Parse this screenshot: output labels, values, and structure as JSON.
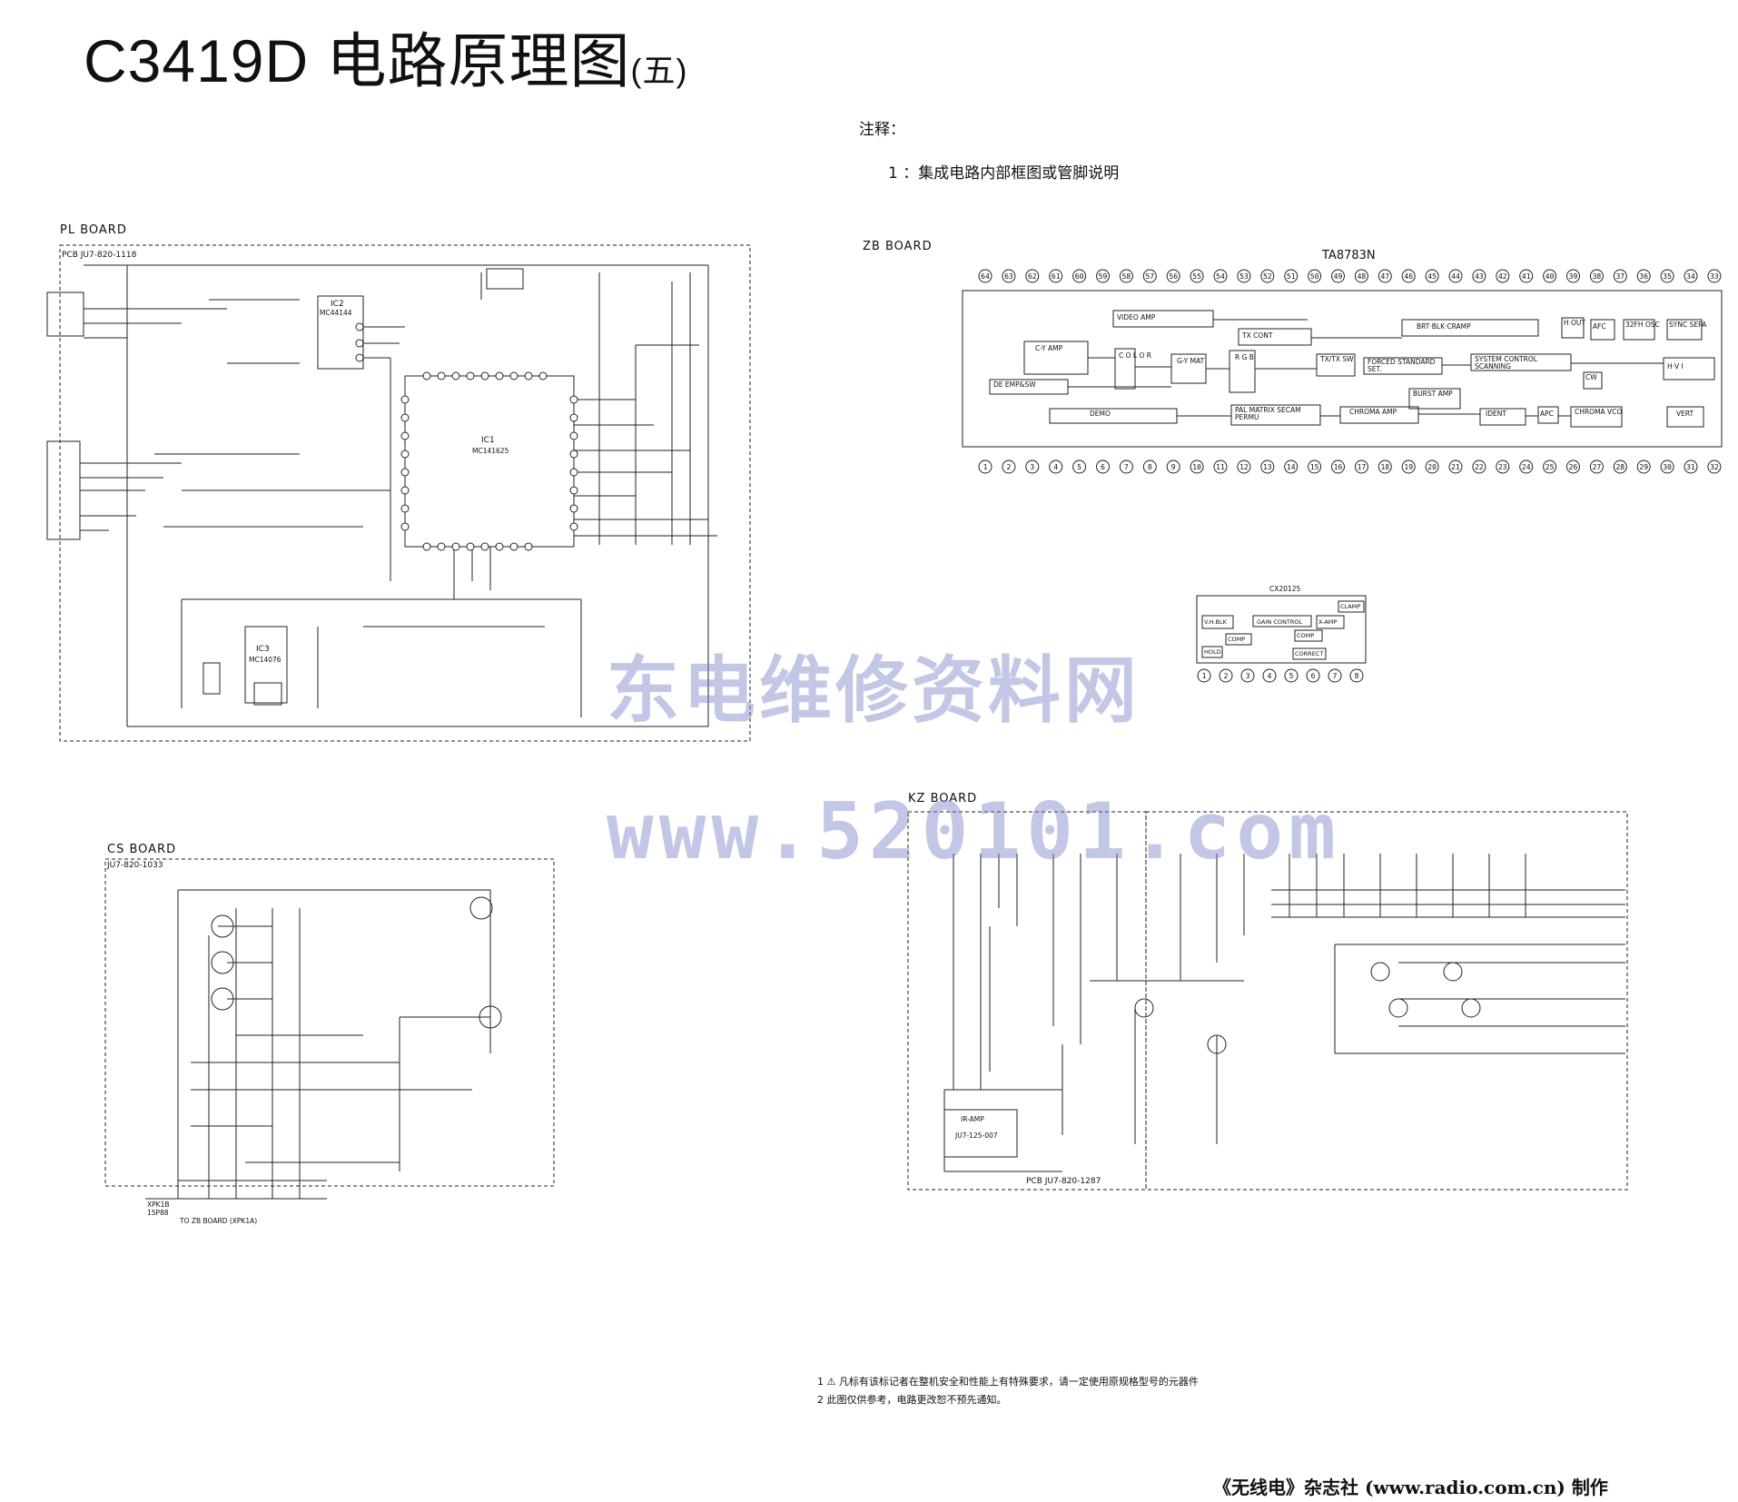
{
  "title": {
    "main": "C3419D 电路原理图",
    "suffix": "(五)"
  },
  "notes": {
    "label": "注释：",
    "item1_num": "1",
    "item1_text": "：集成电路内部框图或管脚说明"
  },
  "boards": {
    "pl": {
      "label": "PL BOARD",
      "pcb": "PCB JU7-820-1118",
      "ic1": "IC1",
      "ic1_part": "MC141625",
      "ic2": "IC2",
      "ic2_part": "MC44144",
      "ic3": "IC3",
      "ic3_part": "MC14076"
    },
    "zb": {
      "label": "ZB BOARD",
      "ic": "TA8783N",
      "ic2": "CX20125"
    },
    "cs": {
      "label": "CS BOARD",
      "pcb": "JU7-820-1033",
      "connector": "XPK1B 15P88",
      "to": "TO ZB BOARD (XPK1A)"
    },
    "kz": {
      "label": "KZ BOARD",
      "pcb": "PCB JU7-820-1287",
      "ir": "IR-AMP",
      "ir_part": "JU7-125-007"
    }
  },
  "ta8783n": {
    "top_pins": [
      "64",
      "63",
      "62",
      "61",
      "60",
      "59",
      "58",
      "57",
      "56",
      "55",
      "54",
      "53",
      "52",
      "51",
      "50",
      "49",
      "48",
      "47",
      "46",
      "45",
      "44",
      "43",
      "42",
      "41",
      "40",
      "39",
      "38",
      "37",
      "36",
      "35",
      "34",
      "33"
    ],
    "bottom_pins": [
      "1",
      "2",
      "3",
      "4",
      "5",
      "6",
      "7",
      "8",
      "9",
      "10",
      "11",
      "12",
      "13",
      "14",
      "15",
      "16",
      "17",
      "18",
      "19",
      "20",
      "21",
      "22",
      "23",
      "24",
      "25",
      "26",
      "27",
      "28",
      "29",
      "30",
      "31",
      "32"
    ],
    "blocks": [
      "VIDEO AMP",
      "TX CONT",
      "BRT·BLK·CRAMP",
      "C-Y AMP",
      "C O L O R",
      "G-Y MAT",
      "R G B",
      "TX/TX SW",
      "FORCED STANDARD SET.",
      "SYSTEM CONTROL SCANNING",
      "H OUT",
      "AFC",
      "32FH OSC",
      "SYNC SEPA",
      "H·V I",
      "DE EMP&SW",
      "DEMO",
      "PAL MATRIX SECAM PERMU",
      "CHROMA AMP",
      "BURST AMP",
      "CW",
      "IDENT",
      "APC",
      "CHROMA VCO",
      "VERT"
    ]
  },
  "cx20125": {
    "blocks": [
      "V.H.BLK",
      "GAIN CONTROL",
      "X-AMP",
      "CLAMP",
      "COMP",
      "COMP",
      "HOLD",
      "CORRECT"
    ],
    "pins": [
      "1",
      "2",
      "3",
      "4",
      "5",
      "6",
      "7",
      "8"
    ]
  },
  "footer": {
    "note1": "1  ⚠ 凡标有该标记者在整机安全和性能上有特殊要求，请一定使用原规格型号的元器件",
    "note2": "2  此图仅供参考，电路更改恕不预先通知。",
    "credit": "《无线电》杂志社 (www.radio.com.cn) 制作"
  },
  "watermark": {
    "line1": "东电维修资料网",
    "line2": "www.520101.com"
  }
}
